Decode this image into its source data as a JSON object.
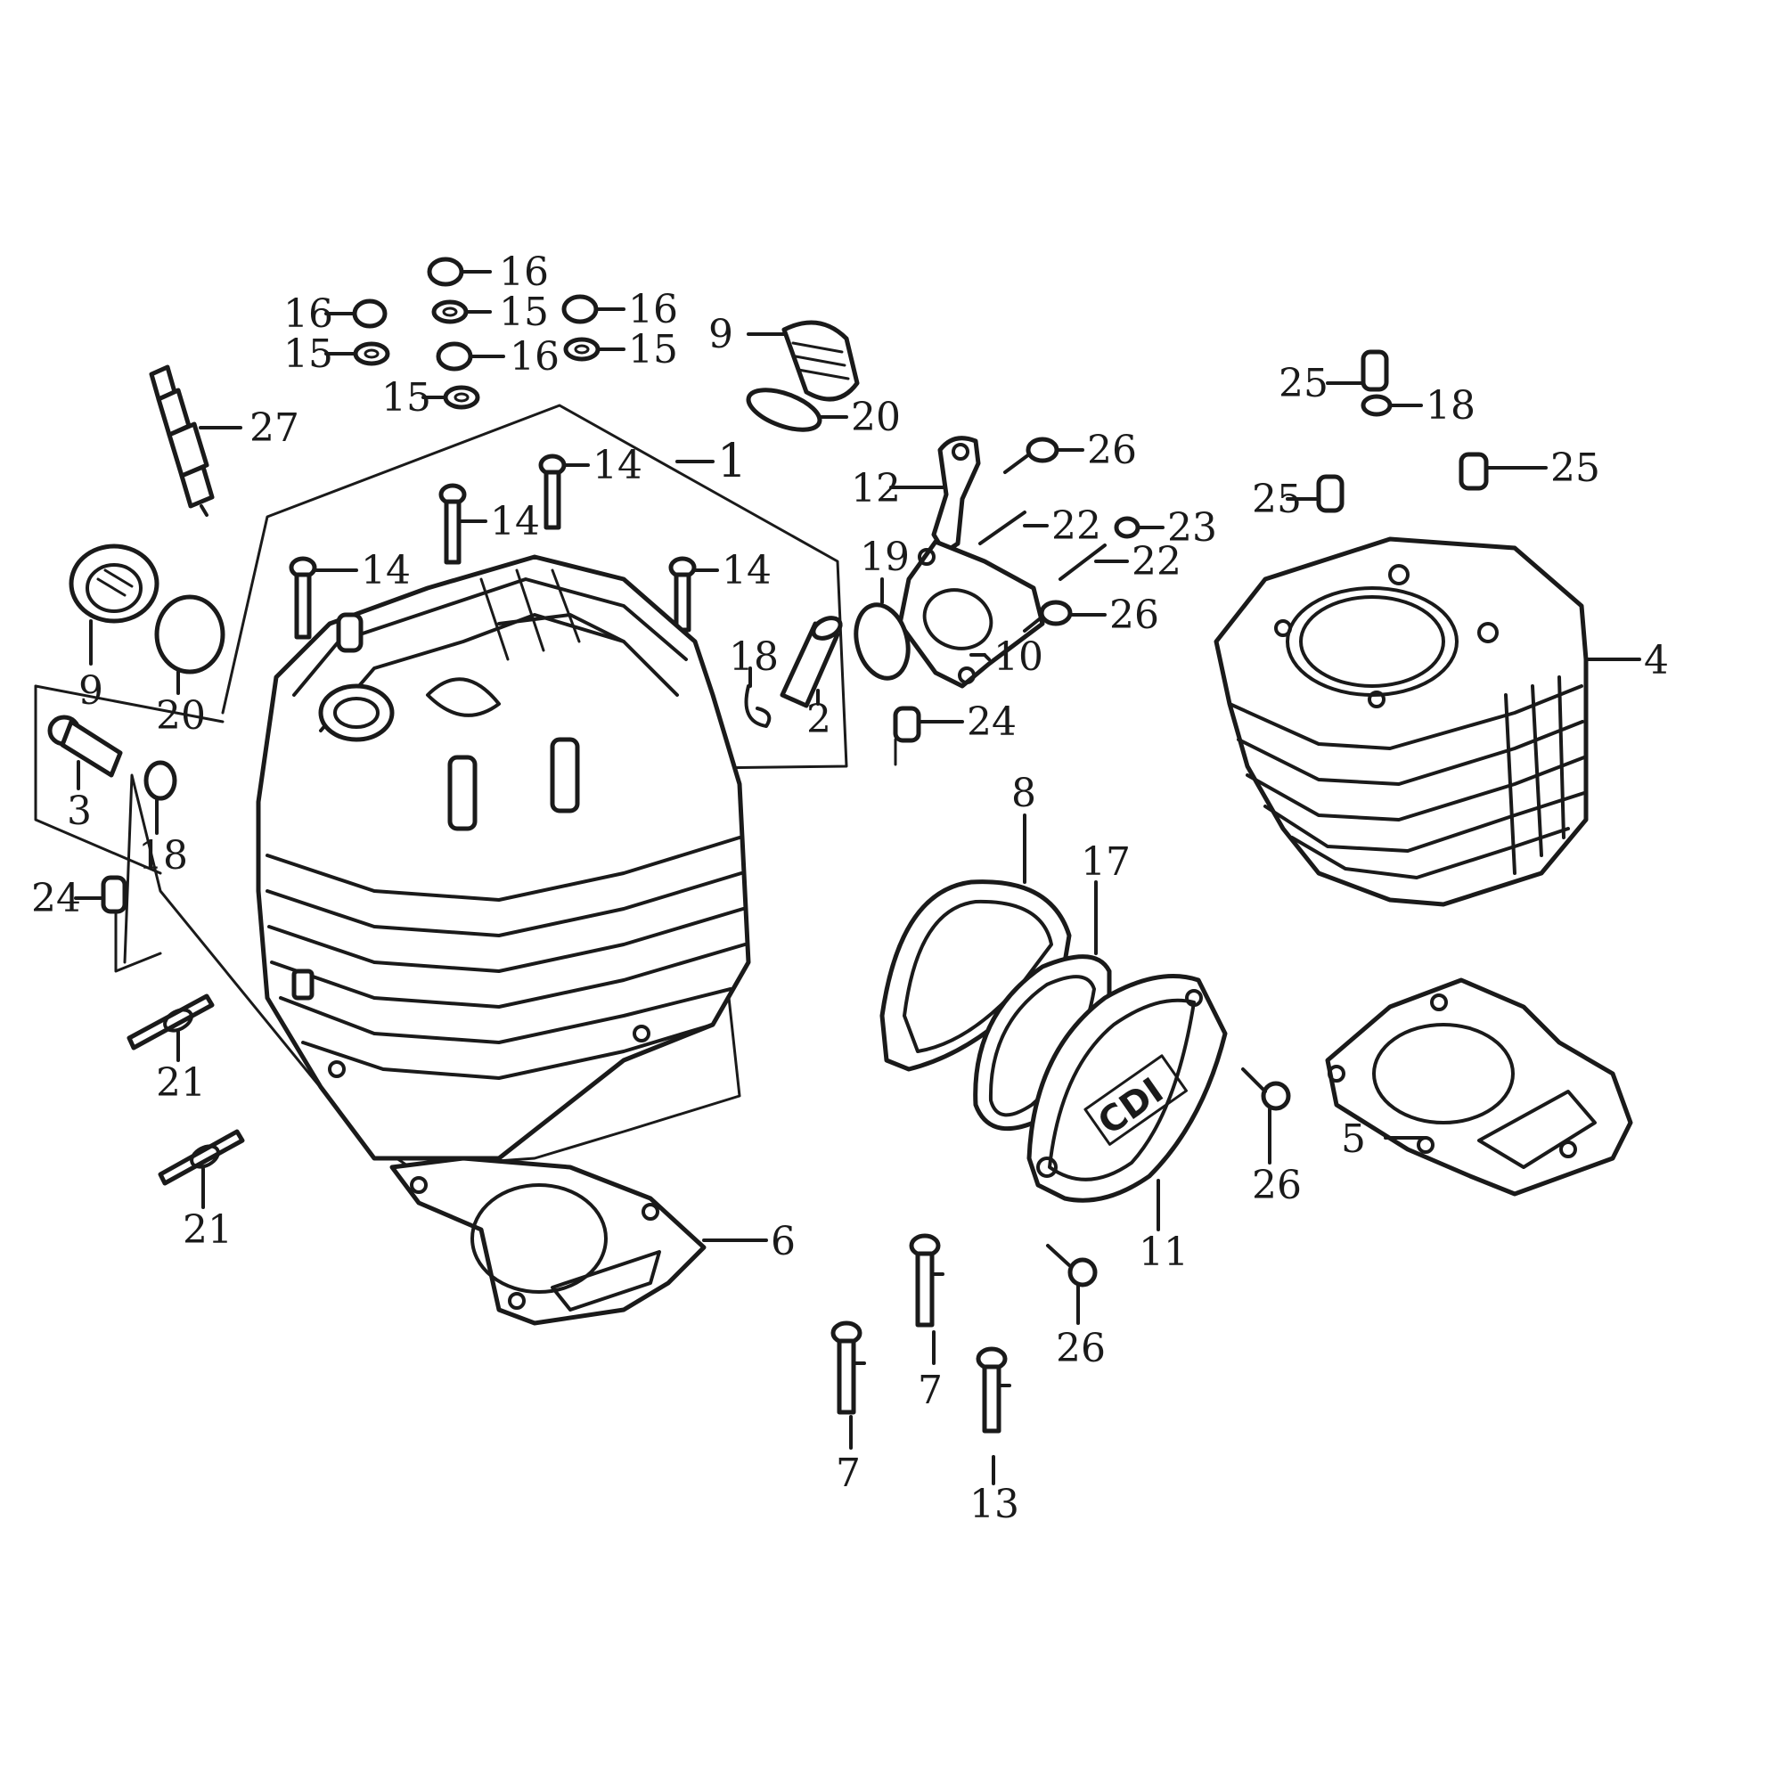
{
  "diagram": {
    "colors": {
      "ink": "#1a1a1a",
      "paper": "#ffffff"
    },
    "cover_logo": "CDI",
    "labels": {
      "l16a": "16",
      "l16b": "16",
      "l16c": "16",
      "l16d": "16",
      "l15a": "15",
      "l15b": "15",
      "l15c": "15",
      "l15d": "15",
      "l9a": "9",
      "l9b": "9",
      "l20a": "20",
      "l20b": "20",
      "l27": "27",
      "l1": "1",
      "l14a": "14",
      "l14b": "14",
      "l14c": "14",
      "l14d": "14",
      "l12": "12",
      "l26a": "26",
      "l26b": "26",
      "l26c": "26",
      "l26d": "26",
      "l22a": "22",
      "l22b": "22",
      "l23": "23",
      "l19": "19",
      "l10": "10",
      "l25a": "25",
      "l25b": "25",
      "l25c": "25",
      "l18a": "18",
      "l18b": "18",
      "l18c": "18",
      "l4": "4",
      "l2": "2",
      "l3": "3",
      "l24a": "24",
      "l24b": "24",
      "l21a": "21",
      "l21b": "21",
      "l8": "8",
      "l17": "17",
      "l5": "5",
      "l6": "6",
      "l11": "11",
      "l7a": "7",
      "l7b": "7",
      "l13": "13"
    }
  }
}
